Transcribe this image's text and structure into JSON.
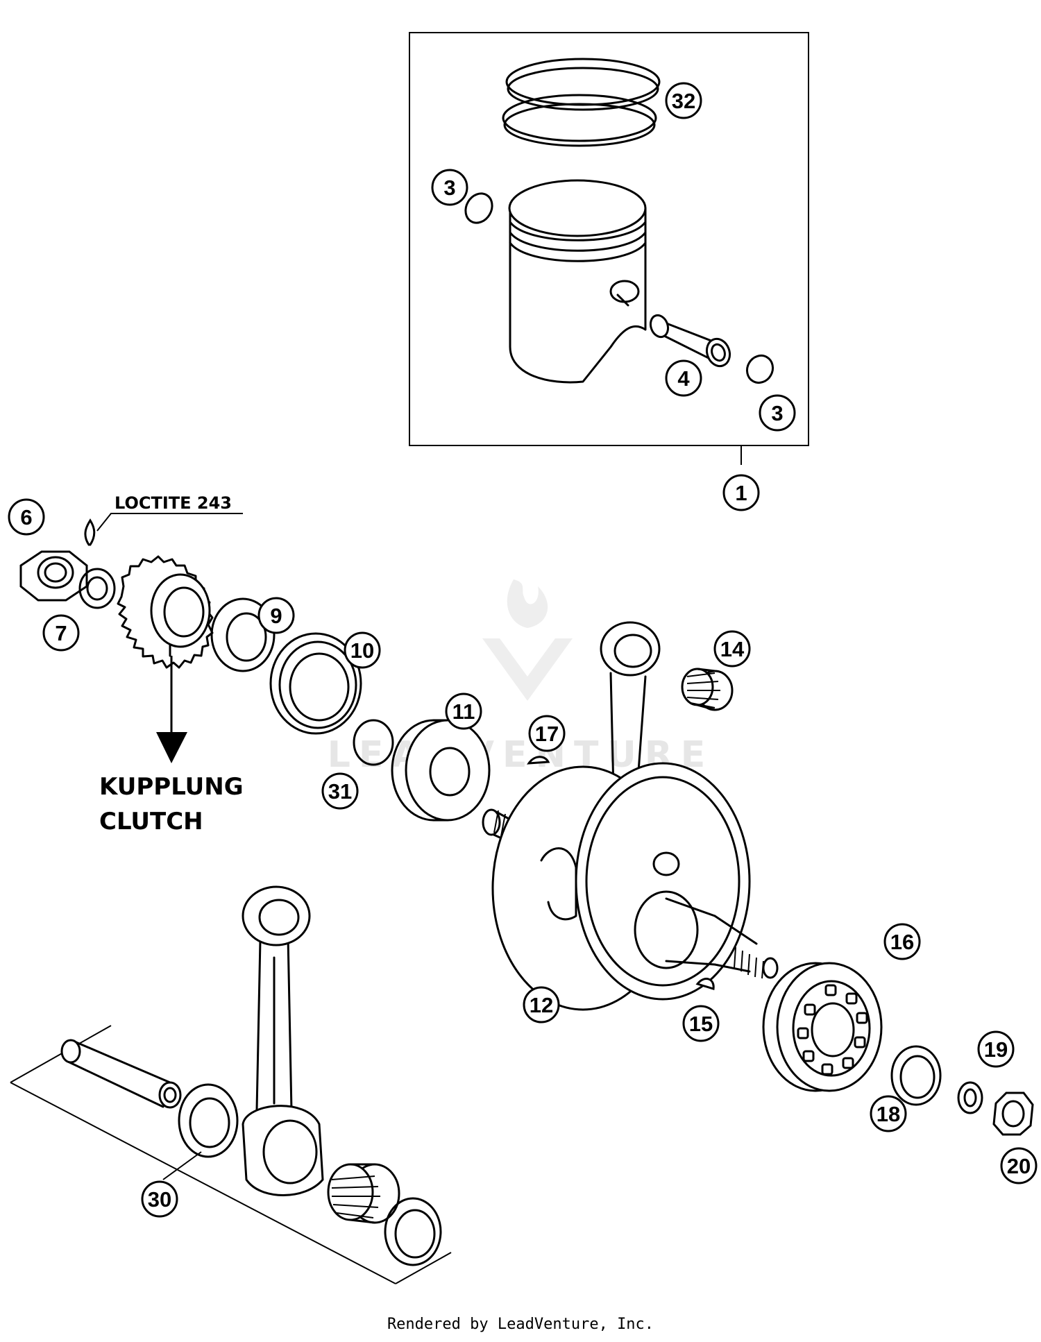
{
  "notes": {
    "loctite": "LOCTITE 243",
    "kupplung": "KUPPLUNG",
    "clutch": "CLUTCH"
  },
  "watermark": "LEADVENTURE",
  "footer": "Rendered by LeadVenture, Inc.",
  "callouts": {
    "c1": "1",
    "c3a": "3",
    "c3b": "3",
    "c4": "4",
    "c6": "6",
    "c7": "7",
    "c9": "9",
    "c10": "10",
    "c11": "11",
    "c12": "12",
    "c14": "14",
    "c15": "15",
    "c16": "16",
    "c17": "17",
    "c18": "18",
    "c19": "19",
    "c20": "20",
    "c30": "30",
    "c31": "31",
    "c32": "32"
  }
}
